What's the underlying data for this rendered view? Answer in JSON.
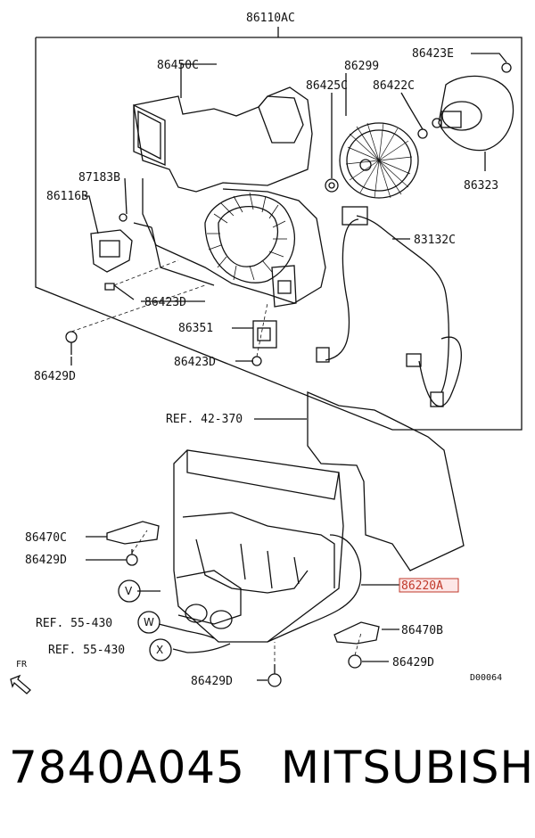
{
  "diagram": {
    "title_code": "86110AC",
    "labels": {
      "l86450C": "86450C",
      "l86299": "86299",
      "l86423E": "86423E",
      "l86425C": "86425C",
      "l86422C": "86422C",
      "l87183B": "87183B",
      "l86116B": "86116B",
      "l86323": "86323",
      "l83132C": "83132C",
      "l86423D_a": "86423D",
      "l86351": "86351",
      "l86423D_b": "86423D",
      "l86429D_a": "86429D",
      "ref42": "REF. 42-370",
      "l86470C": "86470C",
      "l86429D_b": "86429D",
      "l86220A": "86220A",
      "ref55_w": "REF. 55-430",
      "ref55_x": "REF. 55-430",
      "l86470B": "86470B",
      "l86429D_c": "86429D",
      "l86429D_d": "86429D",
      "circle_v": "V",
      "circle_w": "W",
      "circle_x": "X",
      "fr": "FR",
      "code": "D00064"
    },
    "highlight_color": "#c0392b"
  },
  "footer": {
    "part_number": "7840A045",
    "brand": "MITSUBISHI"
  }
}
